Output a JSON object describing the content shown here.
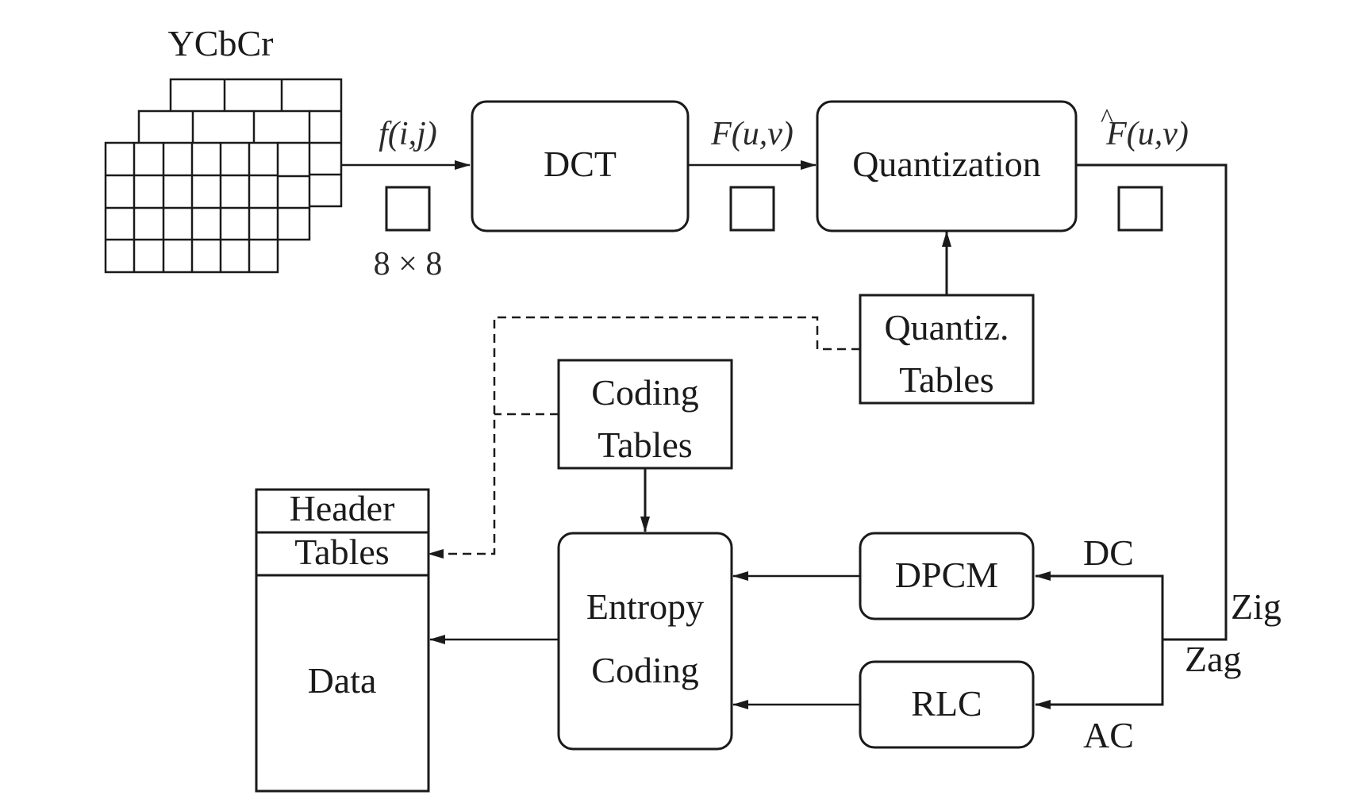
{
  "labels": {
    "ycbcr": "YCbCr",
    "fij": "f(i,j)",
    "block_size": "8 × 8",
    "dct": "DCT",
    "Fuv": "F(u,v)",
    "quantization": "Quantization",
    "Fhat": "F(u,v)",
    "Fhat_accent": "^",
    "quantiz_tables_line1": "Quantiz.",
    "quantiz_tables_line2": "Tables",
    "coding_tables_line1": "Coding",
    "coding_tables_line2": "Tables",
    "header": "Header",
    "tables": "Tables",
    "data": "Data",
    "entropy_line1": "Entropy",
    "entropy_line2": "Coding",
    "dpcm": "DPCM",
    "rlc": "RLC",
    "dc": "DC",
    "ac": "AC",
    "zig": "Zig",
    "zag": "Zag"
  }
}
